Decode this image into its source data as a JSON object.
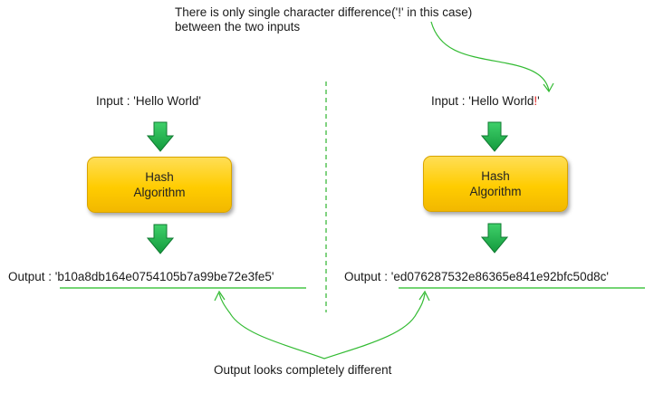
{
  "top_note": {
    "text": "There is only single character difference('!' in this case) between the two inputs"
  },
  "left": {
    "input_label": "Input : 'Hello World'",
    "hash_line1": "Hash",
    "hash_line2": "Algorithm",
    "output_label": "Output : 'b10a8db164e0754105b7a99be72e3fe5'"
  },
  "right": {
    "input_prefix": "Input : 'Hello World",
    "input_bang": "!",
    "input_suffix": "'",
    "hash_line1": "Hash",
    "hash_line2": "Algorithm",
    "output_label": "Output : 'ed076287532e86365e841e92bfc50d8c'"
  },
  "bottom_note": {
    "text": "Output looks completely different"
  },
  "colors": {
    "arrow_green": "#1aa84a",
    "line_green": "#22bb22",
    "box_yellow": "#ffcc00",
    "highlight_red": "#e02020"
  }
}
